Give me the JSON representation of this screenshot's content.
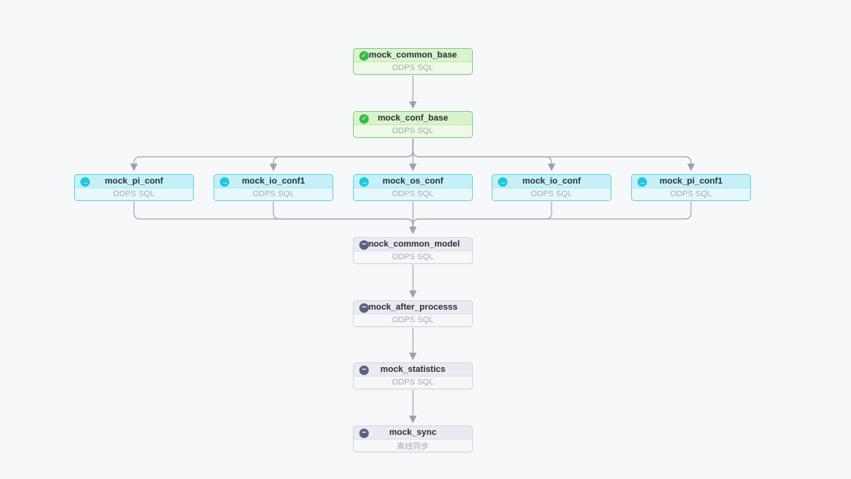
{
  "app": {
    "view": "task-dag-canvas"
  },
  "colors": {
    "background": "#f7f8fa",
    "edge": "#a2a7b8",
    "success_green": "#3db84c",
    "running_cyan": "#1ec6de",
    "waiting_gray": "#59617e"
  },
  "icons": {
    "success": "✓",
    "running": "→",
    "waiting": "−"
  },
  "nodes": [
    {
      "id": "mock_common_base",
      "title": "mock_common_base",
      "subtitle": "ODPS SQL",
      "status": "success"
    },
    {
      "id": "mock_conf_base",
      "title": "mock_conf_base",
      "subtitle": "ODPS SQL",
      "status": "success"
    },
    {
      "id": "mock_pi_conf",
      "title": "mock_pi_conf",
      "subtitle": "ODPS SQL",
      "status": "running"
    },
    {
      "id": "mock_io_conf1",
      "title": "mock_io_conf1",
      "subtitle": "ODPS SQL",
      "status": "running"
    },
    {
      "id": "mock_os_conf",
      "title": "mock_os_conf",
      "subtitle": "ODPS SQL",
      "status": "running"
    },
    {
      "id": "mock_io_conf",
      "title": "mock_io_conf",
      "subtitle": "ODPS SQL",
      "status": "running"
    },
    {
      "id": "mock_pi_conf1",
      "title": "mock_pi_conf1",
      "subtitle": "ODPS SQL",
      "status": "running"
    },
    {
      "id": "mock_common_model",
      "title": "mock_common_model",
      "subtitle": "ODPS SQL",
      "status": "waiting"
    },
    {
      "id": "mock_after_processs",
      "title": "mock_after_processs",
      "subtitle": "ODPS SQL",
      "status": "waiting"
    },
    {
      "id": "mock_statistics",
      "title": "mock_statistics",
      "subtitle": "ODPS SQL",
      "status": "waiting"
    },
    {
      "id": "mock_sync",
      "title": "mock_sync",
      "subtitle": "离线同步",
      "status": "waiting"
    }
  ],
  "edges": [
    {
      "from": "mock_common_base",
      "to": "mock_conf_base"
    },
    {
      "from": "mock_conf_base",
      "to": "mock_pi_conf"
    },
    {
      "from": "mock_conf_base",
      "to": "mock_io_conf1"
    },
    {
      "from": "mock_conf_base",
      "to": "mock_os_conf"
    },
    {
      "from": "mock_conf_base",
      "to": "mock_io_conf"
    },
    {
      "from": "mock_conf_base",
      "to": "mock_pi_conf1"
    },
    {
      "from": "mock_pi_conf",
      "to": "mock_common_model"
    },
    {
      "from": "mock_io_conf1",
      "to": "mock_common_model"
    },
    {
      "from": "mock_os_conf",
      "to": "mock_common_model"
    },
    {
      "from": "mock_io_conf",
      "to": "mock_common_model"
    },
    {
      "from": "mock_pi_conf1",
      "to": "mock_common_model"
    },
    {
      "from": "mock_common_model",
      "to": "mock_after_processs"
    },
    {
      "from": "mock_after_processs",
      "to": "mock_statistics"
    },
    {
      "from": "mock_statistics",
      "to": "mock_sync"
    }
  ]
}
